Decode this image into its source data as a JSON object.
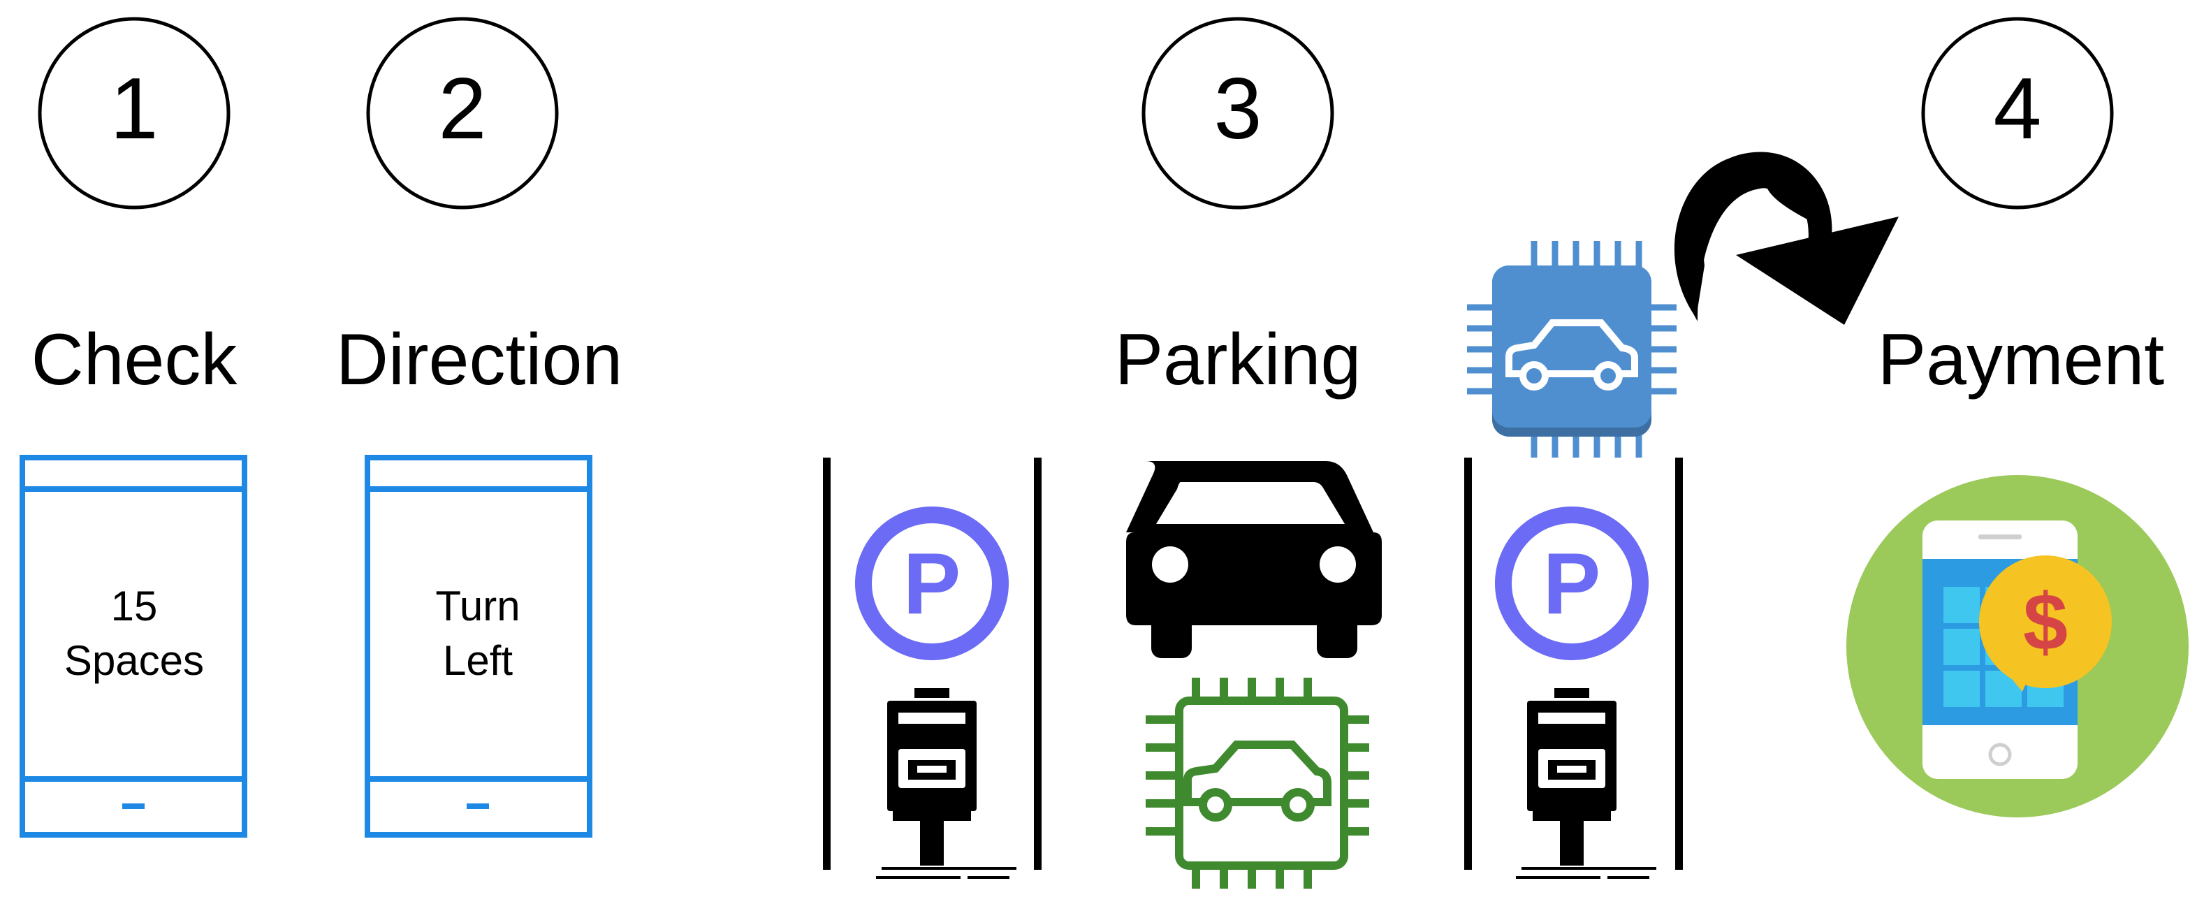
{
  "steps": [
    {
      "number": "1",
      "label": "Check"
    },
    {
      "number": "2",
      "label": "Direction"
    },
    {
      "number": "3",
      "label": "Parking"
    },
    {
      "number": "4",
      "label": "Payment"
    }
  ],
  "phones": [
    {
      "line1": "15",
      "line2": "Spaces"
    },
    {
      "line1": "Turn",
      "line2": "Left"
    }
  ],
  "icons": {
    "parking_sign": "P",
    "currency_symbol": "$"
  },
  "colors": {
    "phone_outline": "#1E88E5",
    "parking_sign": "#6B6BF5",
    "sensor_green": "#3F8A2E",
    "chip_blue": "#4F8FD0",
    "payment_circle": "#9BC95A",
    "payment_phone": "#2C9BE2",
    "coin": "#F5C322",
    "dollar": "#D64545"
  }
}
